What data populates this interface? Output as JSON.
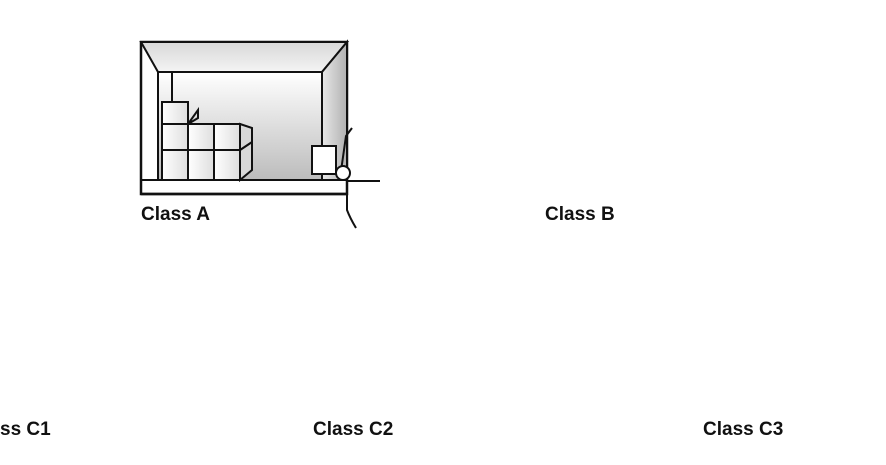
{
  "panels": [
    {
      "id": "a",
      "label": "Class A"
    },
    {
      "id": "b",
      "label": "Class B"
    },
    {
      "id": "c1",
      "label": "ss C1"
    },
    {
      "id": "c2",
      "label": "Class C2"
    },
    {
      "id": "c3",
      "label": "Class C3"
    }
  ],
  "colors": {
    "stroke": "#111111",
    "wall_light": "#f6f6f6",
    "wall_dark": "#bdbdbd",
    "background": "#ffffff"
  },
  "icons": [
    "garage-icon",
    "boxes-icon",
    "hand-truck-icon",
    "pickup-truck-icon",
    "forklift-icon",
    "crates-icon",
    "cnc-machine-icon"
  ]
}
